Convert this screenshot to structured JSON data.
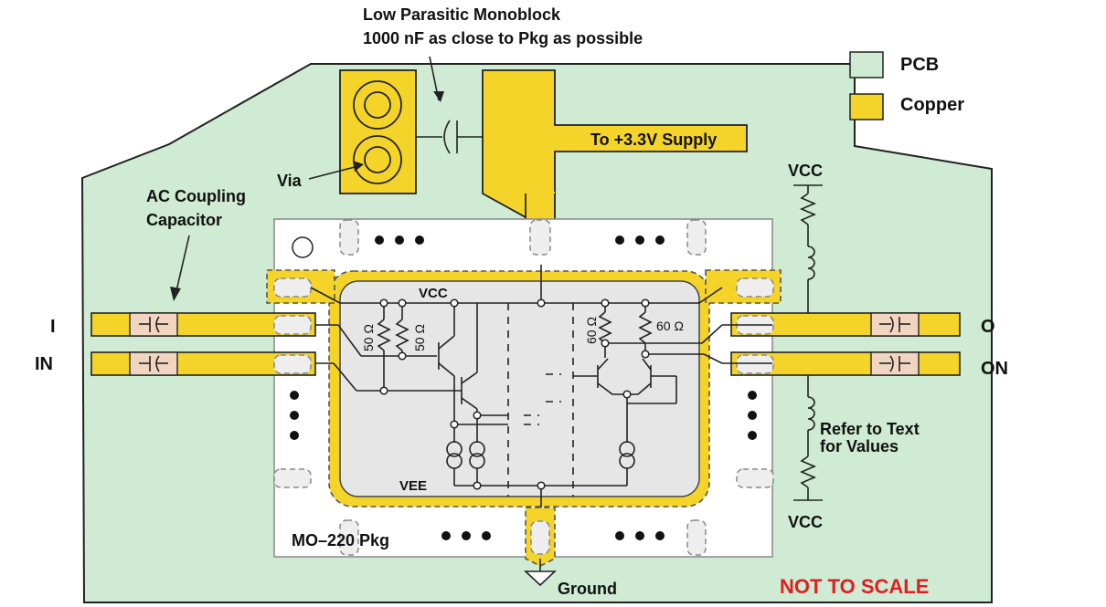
{
  "colors": {
    "pcb": "#cfebd3",
    "copper": "#f5d42a",
    "package": "#ffffff",
    "die": "#e6e6e6",
    "not_to_scale": "#e02020"
  },
  "legend": {
    "pcb": "PCB",
    "copper": "Copper"
  },
  "labels": {
    "monoblock_line1": "Low Parasitic Monoblock",
    "monoblock_line2": "1000 nF as close to Pkg as possible",
    "supply": "To +3.3V Supply",
    "via": "Via",
    "ac_coupling_line1": "AC Coupling",
    "ac_coupling_line2": "Capacitor",
    "vcc_top_right": "VCC",
    "vcc_bottom_right": "VCC",
    "refer_line1": "Refer to Text",
    "refer_line2": "for Values",
    "input_i": "I",
    "input_in": "IN",
    "output_o": "O",
    "output_on": "ON",
    "package": "MO–220 Pkg",
    "ground": "Ground",
    "not_to_scale": "NOT TO SCALE",
    "die_vcc": "VCC",
    "die_vee": "VEE",
    "res_50_a": "50 Ω",
    "res_50_b": "50 Ω",
    "res_60_a": "60 Ω",
    "res_60_b": "60 Ω"
  }
}
